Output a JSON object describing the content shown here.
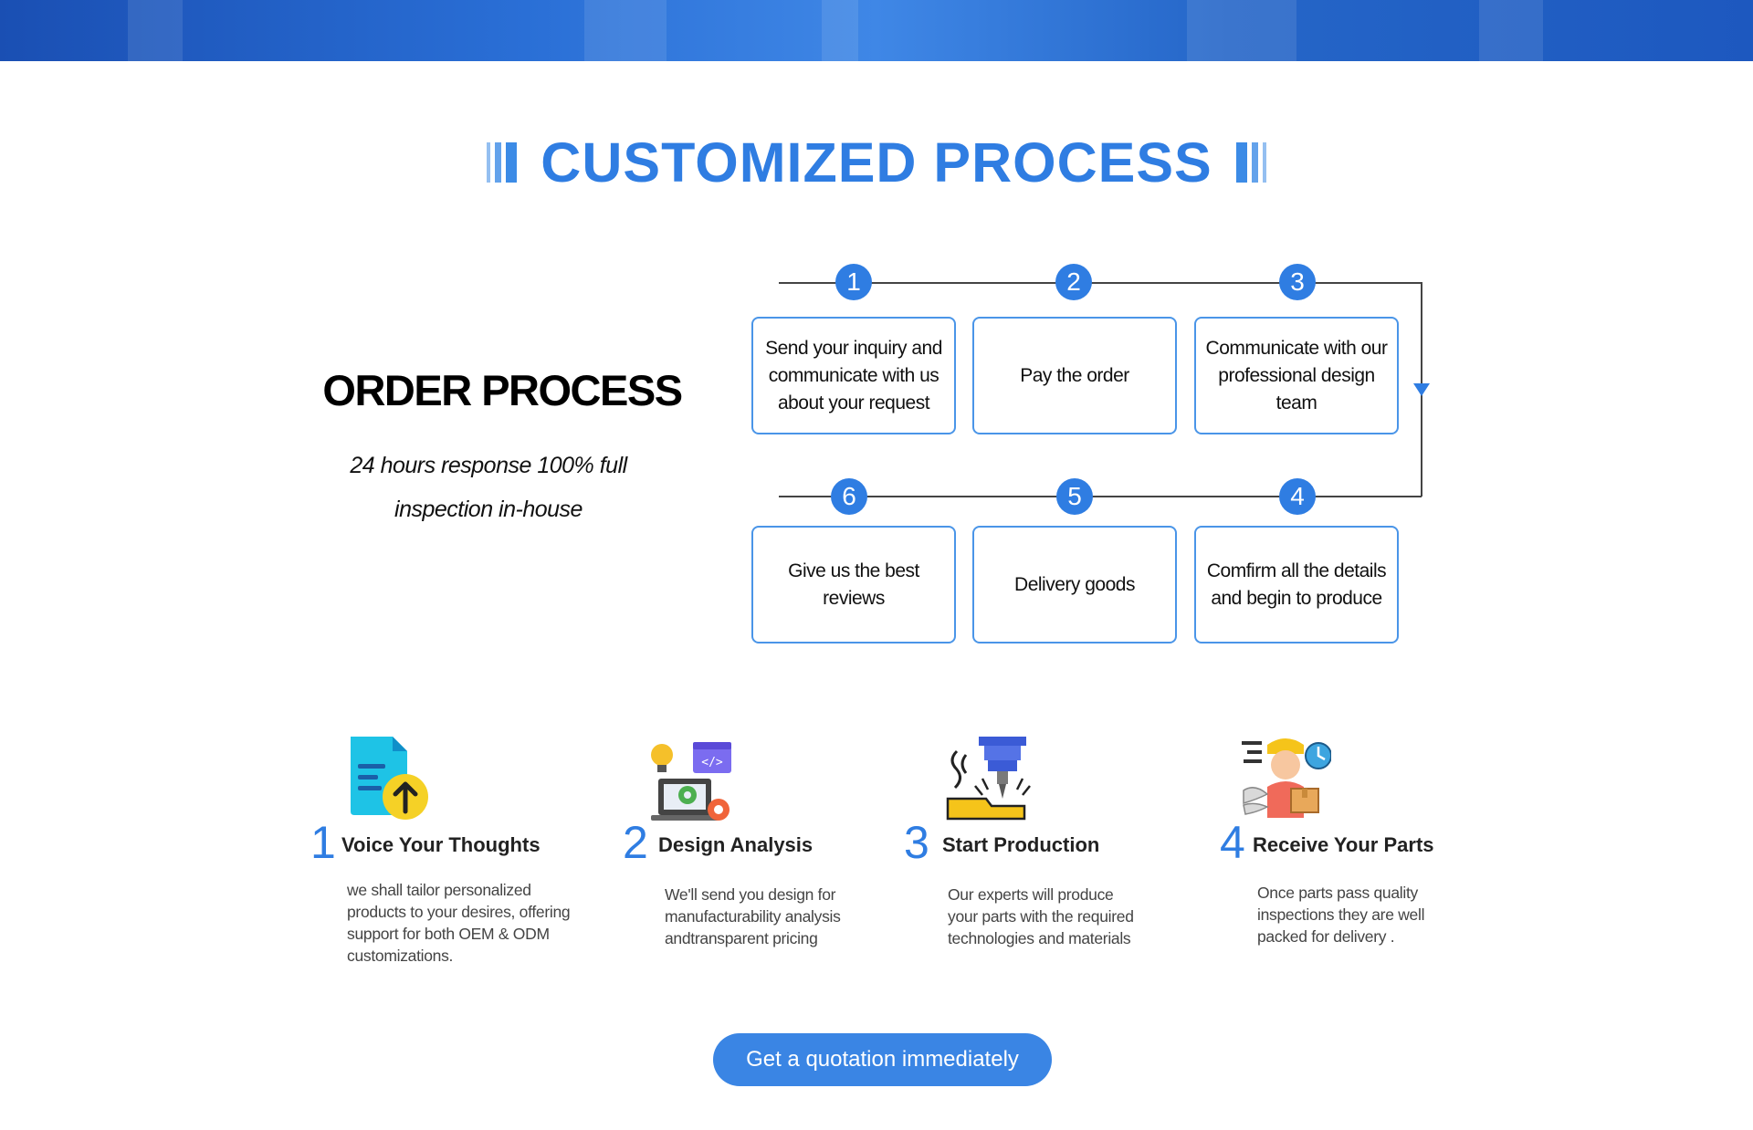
{
  "heading": {
    "title": "CUSTOMIZED PROCESS"
  },
  "order": {
    "title": "ORDER PROCESS",
    "subtitle_line1": "24 hours response 100% full",
    "subtitle_line2": "inspection in-house"
  },
  "steps": [
    {
      "num": "1",
      "text": "Send your inquiry and communicate with us about your request"
    },
    {
      "num": "2",
      "text": "Pay the order"
    },
    {
      "num": "3",
      "text": "Communicate with our professional design team"
    },
    {
      "num": "4",
      "text": "Comfirm all the details and begin to produce"
    },
    {
      "num": "5",
      "text": "Delivery goods"
    },
    {
      "num": "6",
      "text": "Give us the best reviews"
    }
  ],
  "features": [
    {
      "num": "1",
      "title": "Voice Your Thoughts",
      "desc": "we shall tailor personalized products to your desires, offering support for both OEM & ODM customizations.",
      "icon": "document-upload-icon"
    },
    {
      "num": "2",
      "title": "Design Analysis",
      "desc": "We'll send you design for manufacturability analysis andtransparent pricing",
      "icon": "design-analysis-icon"
    },
    {
      "num": "3",
      "title": "Start Production",
      "desc": "Our experts will produce your parts with the required technologies and materials",
      "icon": "production-drill-icon"
    },
    {
      "num": "4",
      "title": "Receive Your Parts",
      "desc": "Once parts pass quality inspections they are well packed for delivery .",
      "icon": "delivery-courier-icon"
    }
  ],
  "cta": {
    "label": "Get a quotation immediately"
  },
  "colors": {
    "accent": "#2f7de2",
    "box_border": "#4a95e8",
    "button": "#3a85e4"
  }
}
